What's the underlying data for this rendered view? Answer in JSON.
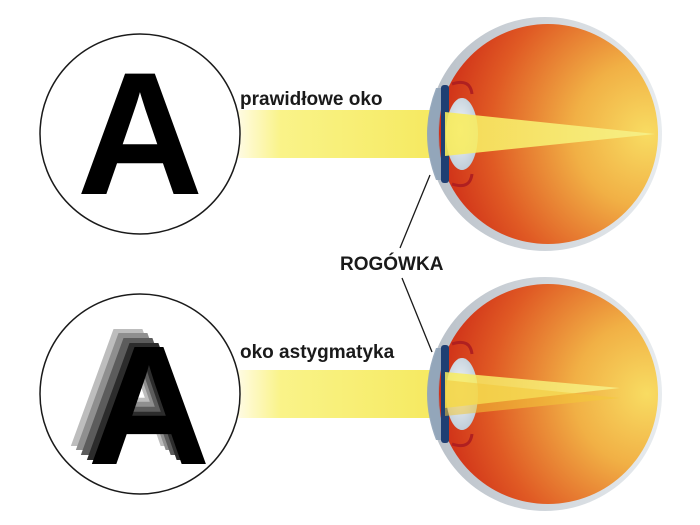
{
  "labels": {
    "normal_eye": "prawidłowe oko",
    "astigmatic_eye": "oko astygmatyka",
    "cornea": "ROGÓWKA"
  },
  "letters": {
    "sharp": "A",
    "blurred": "A"
  },
  "colors": {
    "eyeball_inner": "#f7d35a",
    "eyeball_outer": "#d6331b",
    "light_beam": "#f7f06a",
    "sclera": "#d9dee3",
    "letter": "#000000"
  }
}
